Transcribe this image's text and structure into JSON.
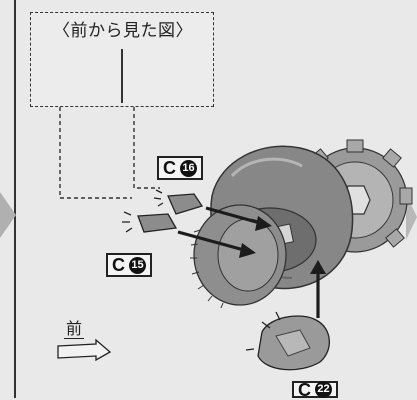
{
  "inset": {
    "title": "〈前から見た図〉"
  },
  "parts": [
    {
      "letter": "C",
      "number": "16"
    },
    {
      "letter": "C",
      "number": "15"
    },
    {
      "letter": "C",
      "number": "22"
    }
  ],
  "direction": {
    "label": "前"
  },
  "colors": {
    "line": "#222222",
    "part_fill": "#8c8c8c",
    "side_arrow": "#b0b0b0"
  }
}
